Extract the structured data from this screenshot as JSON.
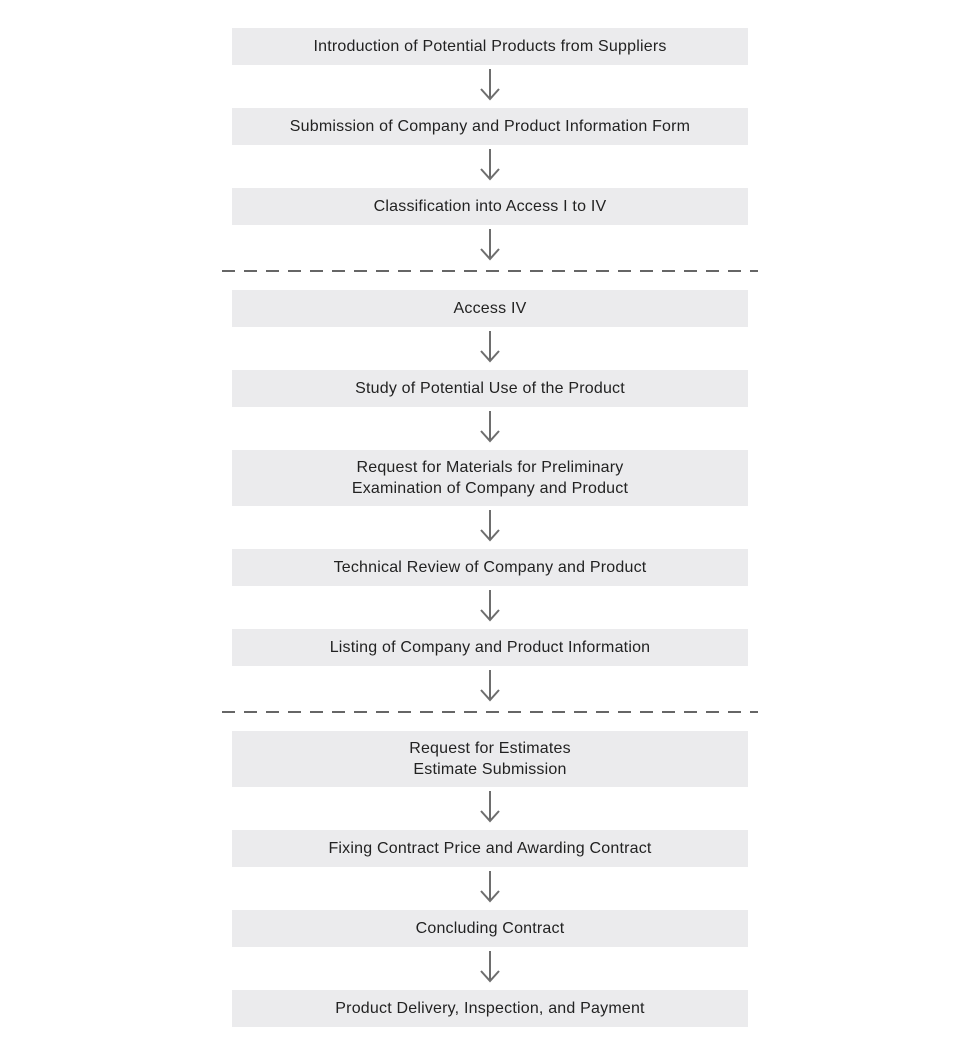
{
  "flowchart": {
    "box_background": "#ebebed",
    "text_color": "#222222",
    "arrow_color": "#6e6e6e",
    "divider_color": "#666666",
    "icons": {
      "down_arrow": "↓"
    },
    "steps": [
      {
        "label": "Introduction of Potential Products from Suppliers"
      },
      {
        "label": "Submission of Company and Product Information Form"
      },
      {
        "label": "Classification into Access I to IV"
      },
      {
        "label": "Access IV"
      },
      {
        "label": "Study of Potential Use of the Product"
      },
      {
        "label": "Request for Materials for Preliminary\nExamination of Company and Product"
      },
      {
        "label": "Technical Review of Company and Product"
      },
      {
        "label": "Listing of Company and Product Information"
      },
      {
        "label": "Request for Estimates\nEstimate Submission"
      },
      {
        "label": "Fixing Contract Price and Awarding Contract"
      },
      {
        "label": "Concluding Contract"
      },
      {
        "label": "Product Delivery, Inspection, and Payment"
      }
    ],
    "dividers": [
      {
        "position": "after-step-3"
      },
      {
        "position": "after-step-8"
      }
    ]
  }
}
